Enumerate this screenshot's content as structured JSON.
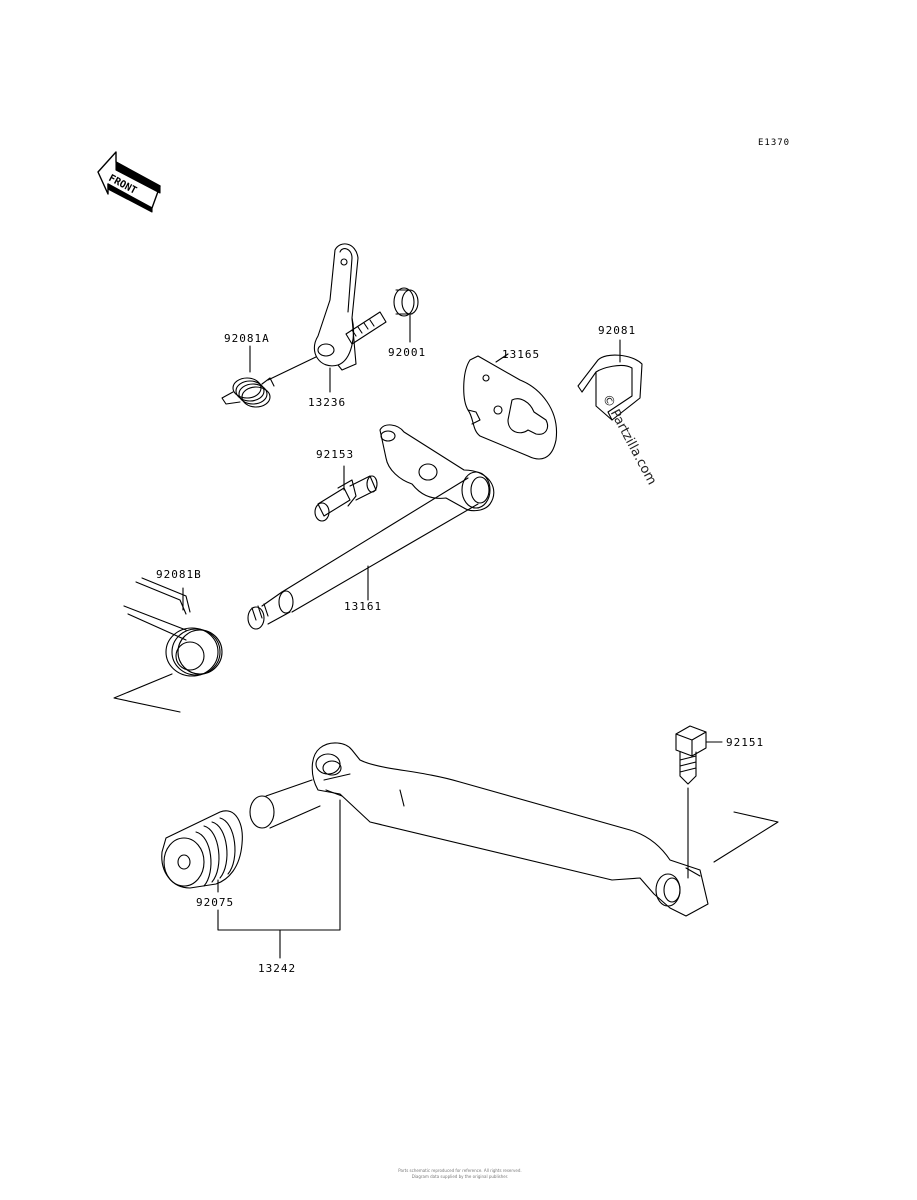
{
  "diagram_code": "E1370",
  "front_arrow_text": "FRONT",
  "watermark": "© Partzilla.com",
  "footer_lines": [
    "Parts schematic reproduced for reference. All rights reserved.",
    "Diagram data supplied by the original publisher."
  ],
  "parts": [
    {
      "id": "p92081A",
      "number": "92081A"
    },
    {
      "id": "p92001",
      "number": "92001"
    },
    {
      "id": "p13236",
      "number": "13236"
    },
    {
      "id": "p13165",
      "number": "13165"
    },
    {
      "id": "p92081",
      "number": "92081"
    },
    {
      "id": "p92153",
      "number": "92153"
    },
    {
      "id": "p92081B",
      "number": "92081B"
    },
    {
      "id": "p13161",
      "number": "13161"
    },
    {
      "id": "p92151",
      "number": "92151"
    },
    {
      "id": "p92075",
      "number": "92075"
    },
    {
      "id": "p13242",
      "number": "13242"
    }
  ]
}
